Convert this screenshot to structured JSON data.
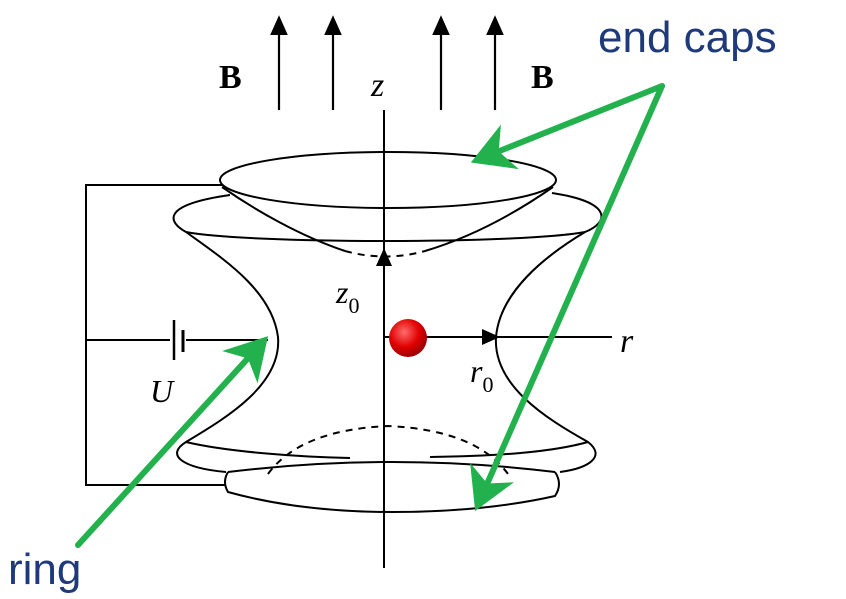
{
  "labels": {
    "end_caps": "end caps",
    "ring": "ring",
    "field_symbol": "B",
    "z_axis": "z",
    "r_axis": "r",
    "z0": "z",
    "z0_sub": "0",
    "r0": "r",
    "r0_sub": "0",
    "voltage": "U"
  },
  "colors": {
    "annotation_text": "#1f3a7a",
    "annotation_arrow": "#22b14c",
    "particle": "#e00000",
    "line": "#000000"
  }
}
